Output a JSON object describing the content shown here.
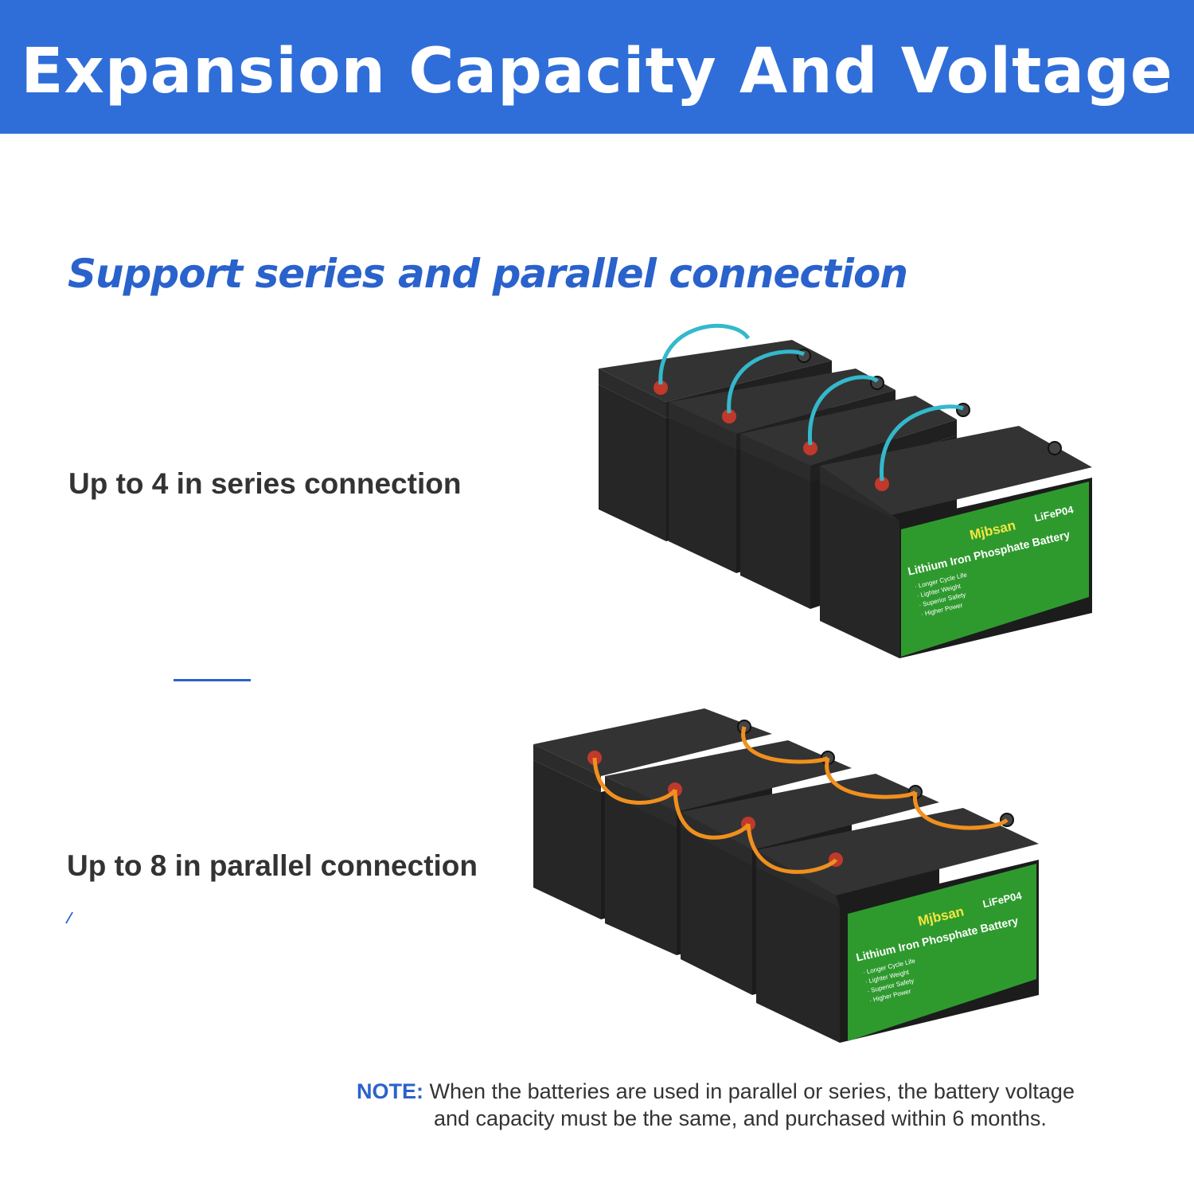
{
  "header": {
    "title": "Expansion Capacity And Voltage"
  },
  "subheading": "Support series and parallel connection",
  "series_section": {
    "label": "Up to 4 in series connection",
    "battery_count": 4,
    "cable_color": "#34b8cc"
  },
  "parallel_section": {
    "label": "Up to 8 in parallel connection",
    "battery_count": 4,
    "cable_color": "#f0901e"
  },
  "battery_label": {
    "brand": "Mjbsan",
    "chemistry": "LiFeP04",
    "product": "Lithium Iron Phosphate Battery",
    "features": [
      "· Longer Cycle Life",
      "· Lighter Weight",
      "· Superior Safety",
      "· Higher Power"
    ]
  },
  "note": {
    "label": "NOTE:",
    "line1": "When the batteries are used in parallel or series, the battery voltage",
    "line2": "and capacity must be the same, and purchased within 6 months."
  },
  "colors": {
    "banner": "#2f6ed8",
    "accent": "#2a62cc",
    "label_green": "#2e9a2e",
    "battery_body": "#1e1e1e"
  }
}
